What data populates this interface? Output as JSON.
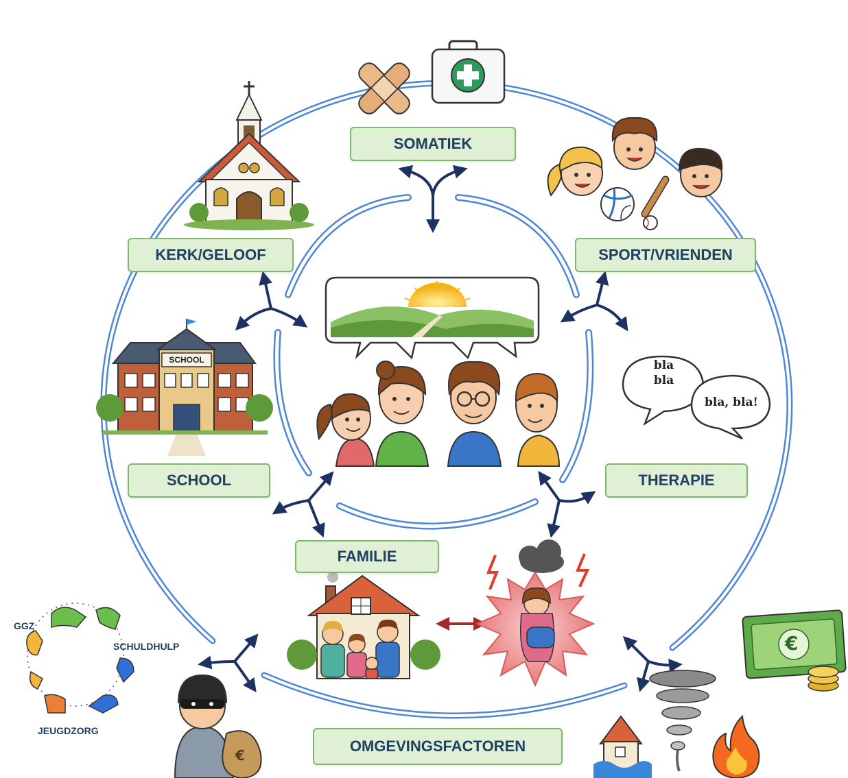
{
  "labels": {
    "somatiek": "SOMATIEK",
    "kerk": "KERK/GELOOF",
    "sport": "SPORT/VRIENDEN",
    "school": "SCHOOL",
    "therapie": "THERAPIE",
    "familie": "FAMILIE",
    "omgeving": "OMGEVINGSFACTOREN"
  },
  "network": {
    "ggz": "GGZ",
    "schuldhulp": "SCHULDHULP",
    "jeugdzorg": "JEUGDZORG"
  },
  "building_signs": {
    "school": "SCHOOL"
  },
  "speech": {
    "bubble1": "bla\nbla",
    "bubble2": "bla, bla!"
  },
  "symbols": {
    "euro": "€"
  },
  "colors": {
    "label_bg": "#dff0d4",
    "label_border": "#7fb86a",
    "label_text": "#1f3f63",
    "ring": "#4f86d6",
    "arrow": "#1e3163",
    "red_arrow": "#a32a2a"
  },
  "icons": [
    "bandage-icon",
    "first-aid-kit-icon",
    "church-icon",
    "kids-faces-icon",
    "volleyball-icon",
    "baseball-bat-icon",
    "school-building-icon",
    "sunrise-landscape-icon",
    "family-group-icon",
    "speech-bubbles-icon",
    "family-house-icon",
    "distressed-girl-icon",
    "thief-icon",
    "money-bill-icon",
    "coins-icon",
    "flooded-house-icon",
    "tornado-icon",
    "fire-icon",
    "helping-hands-chain-icon"
  ]
}
